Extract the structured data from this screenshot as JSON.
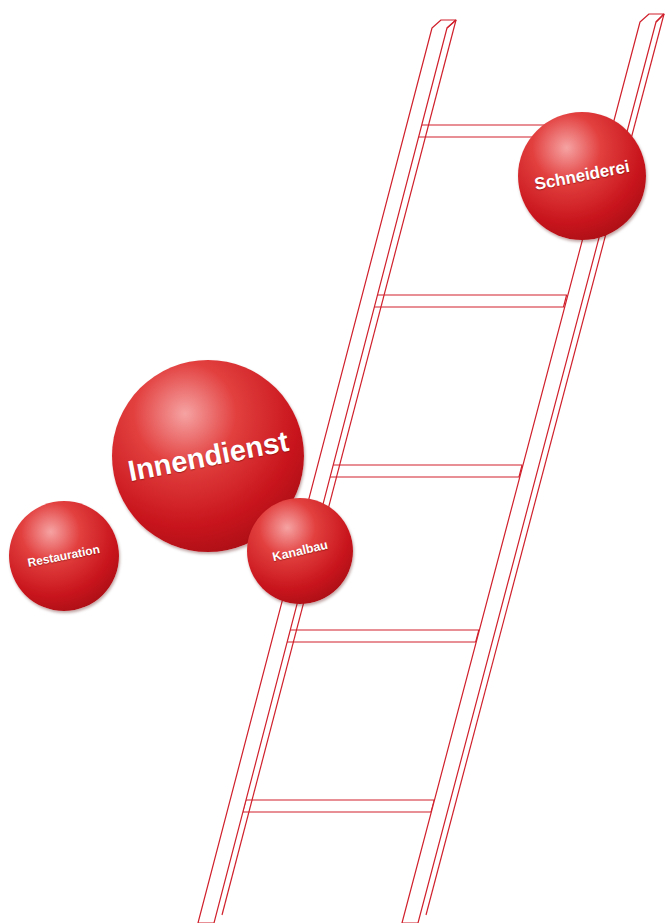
{
  "diagram": {
    "nodes": [
      {
        "text": [
          "Schneiderei"
        ]
      },
      {
        "text": [
          "Innendienst"
        ]
      },
      {
        "text": [
          "Restauration"
        ]
      },
      {
        "text": [
          "Kanalbau"
        ]
      }
    ]
  }
}
